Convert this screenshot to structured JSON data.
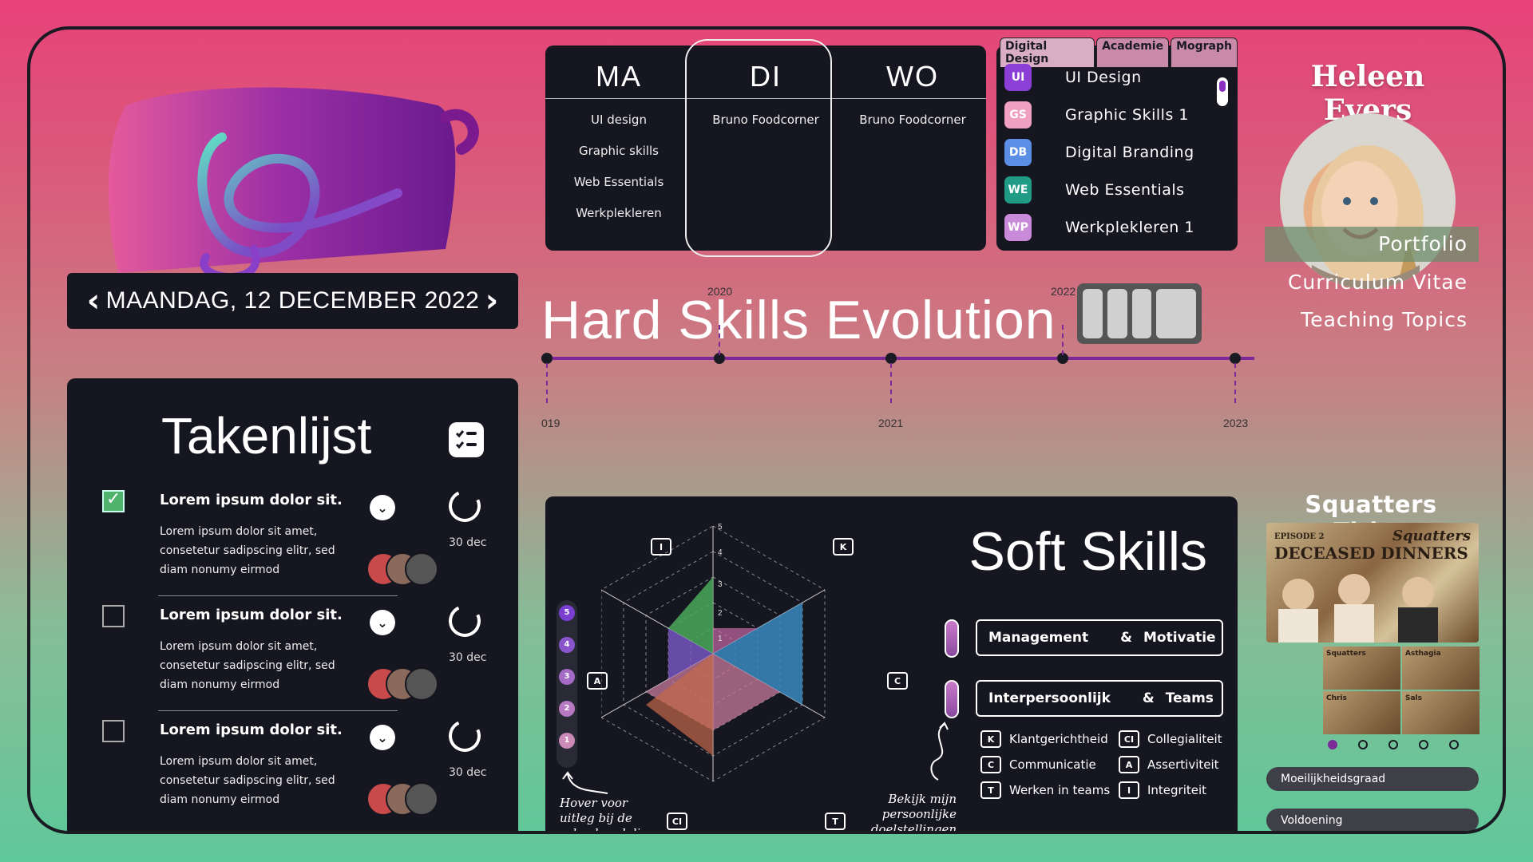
{
  "date": "MAANDAG, 12 DECEMBER 2022",
  "schedule": {
    "days": [
      "MA",
      "DI",
      "WO"
    ],
    "ma": [
      "UI design",
      "Graphic skills",
      "Web Essentials",
      "Werkplekleren"
    ],
    "di": [
      "Bruno Foodcorner"
    ],
    "wo": [
      "Bruno Foodcorner"
    ]
  },
  "courses": {
    "tabs": [
      "Digital Design",
      "Academie",
      "Mograph"
    ],
    "items": [
      {
        "code": "UI",
        "label": "UI Design",
        "color": "#8b3fd6"
      },
      {
        "code": "GS",
        "label": "Graphic Skills 1",
        "color": "#f0a0c0"
      },
      {
        "code": "DB",
        "label": "Digital Branding",
        "color": "#5b8fe6"
      },
      {
        "code": "WE",
        "label": "Web Essentials",
        "color": "#1f9b86"
      },
      {
        "code": "WP",
        "label": "Werkplekleren 1",
        "color": "#c98ad9"
      }
    ]
  },
  "profile": {
    "name": "Heleen Evers",
    "nav": [
      "Portfolio",
      "Curriculum Vitae",
      "Teaching Topics"
    ]
  },
  "hard_skills": {
    "title": "Hard Skills Evolution",
    "years": [
      "019",
      "2020",
      "2021",
      "2022",
      "2023"
    ]
  },
  "tasks": {
    "title": "Takenlijst",
    "items": [
      {
        "title": "Lorem ipsum dolor sit.",
        "desc": "Lorem ipsum dolor sit amet, consetetur sadipscing elitr, sed diam nonumy eirmod",
        "due": "30 dec",
        "checked": true
      },
      {
        "title": "Lorem ipsum dolor sit.",
        "desc": "Lorem ipsum dolor sit amet, consetetur sadipscing elitr, sed diam nonumy eirmod",
        "due": "30 dec",
        "checked": false
      },
      {
        "title": "Lorem ipsum dolor sit.",
        "desc": "Lorem ipsum dolor sit amet, consetetur sadipscing elitr, sed diam nonumy eirmod",
        "due": "30 dec",
        "checked": false
      }
    ]
  },
  "soft_skills": {
    "title": "Soft Skills",
    "axes": [
      "I",
      "K",
      "C",
      "T",
      "CI",
      "A"
    ],
    "scale": [
      "5",
      "4",
      "3",
      "2",
      "1"
    ],
    "radial_ticks": [
      "5",
      "4",
      "3",
      "2",
      "1"
    ],
    "pills": [
      {
        "a": "Management",
        "b": "Motivatie"
      },
      {
        "a": "Interpersoonlijk",
        "b": "Teams"
      }
    ],
    "amp": "&",
    "legend": [
      {
        "k": "K",
        "label": "Klantgerichtheid"
      },
      {
        "k": "CI",
        "label": "Collegialiteit"
      },
      {
        "k": "C",
        "label": "Communicatie"
      },
      {
        "k": "A",
        "label": "Assertiviteit"
      },
      {
        "k": "T",
        "label": "Werken in teams"
      },
      {
        "k": "I",
        "label": "Integriteit"
      }
    ],
    "note_left": [
      "Hover voor",
      "uitleg bij de",
      "schaalverdeling"
    ],
    "note_right": [
      "Bekijk mijn",
      "persoonlijke",
      "doelstellingen"
    ]
  },
  "squatters": {
    "title": "Squatters Titles",
    "hero_text": [
      "EPISODE 2",
      "DECEASED DINNERS",
      "Squatters"
    ],
    "thumbs": [
      "Squatters",
      "Asthagia",
      "Chris",
      "Sals"
    ],
    "bars": [
      "Moeilijkheidsgraad",
      "Voldoening"
    ]
  }
}
